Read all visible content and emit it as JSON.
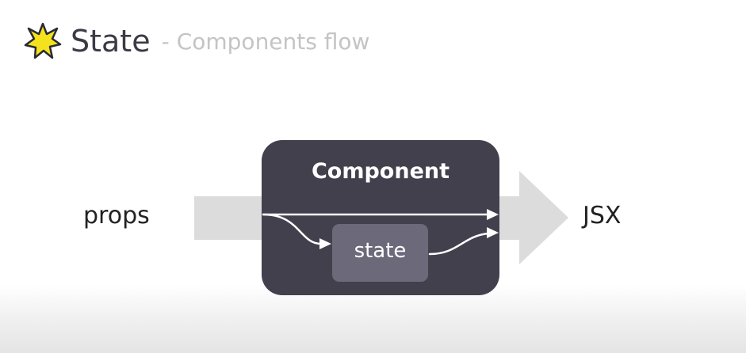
{
  "slide": {
    "title": "State",
    "title_separator": "-",
    "subtitle": "Components flow"
  },
  "diagram": {
    "input_label": "props",
    "output_label": "JSX",
    "component_label": "Component",
    "state_label": "state"
  },
  "icons": {
    "title_icon": "star-burst-icon"
  },
  "colors": {
    "component_fill": "#43404e",
    "state_fill": "#6c6a7a",
    "flow_arrow": "#dcdcdc",
    "icon_fill": "#f4e21c",
    "title_text": "#3c3a45",
    "subtitle_text": "#c4c4c4"
  }
}
